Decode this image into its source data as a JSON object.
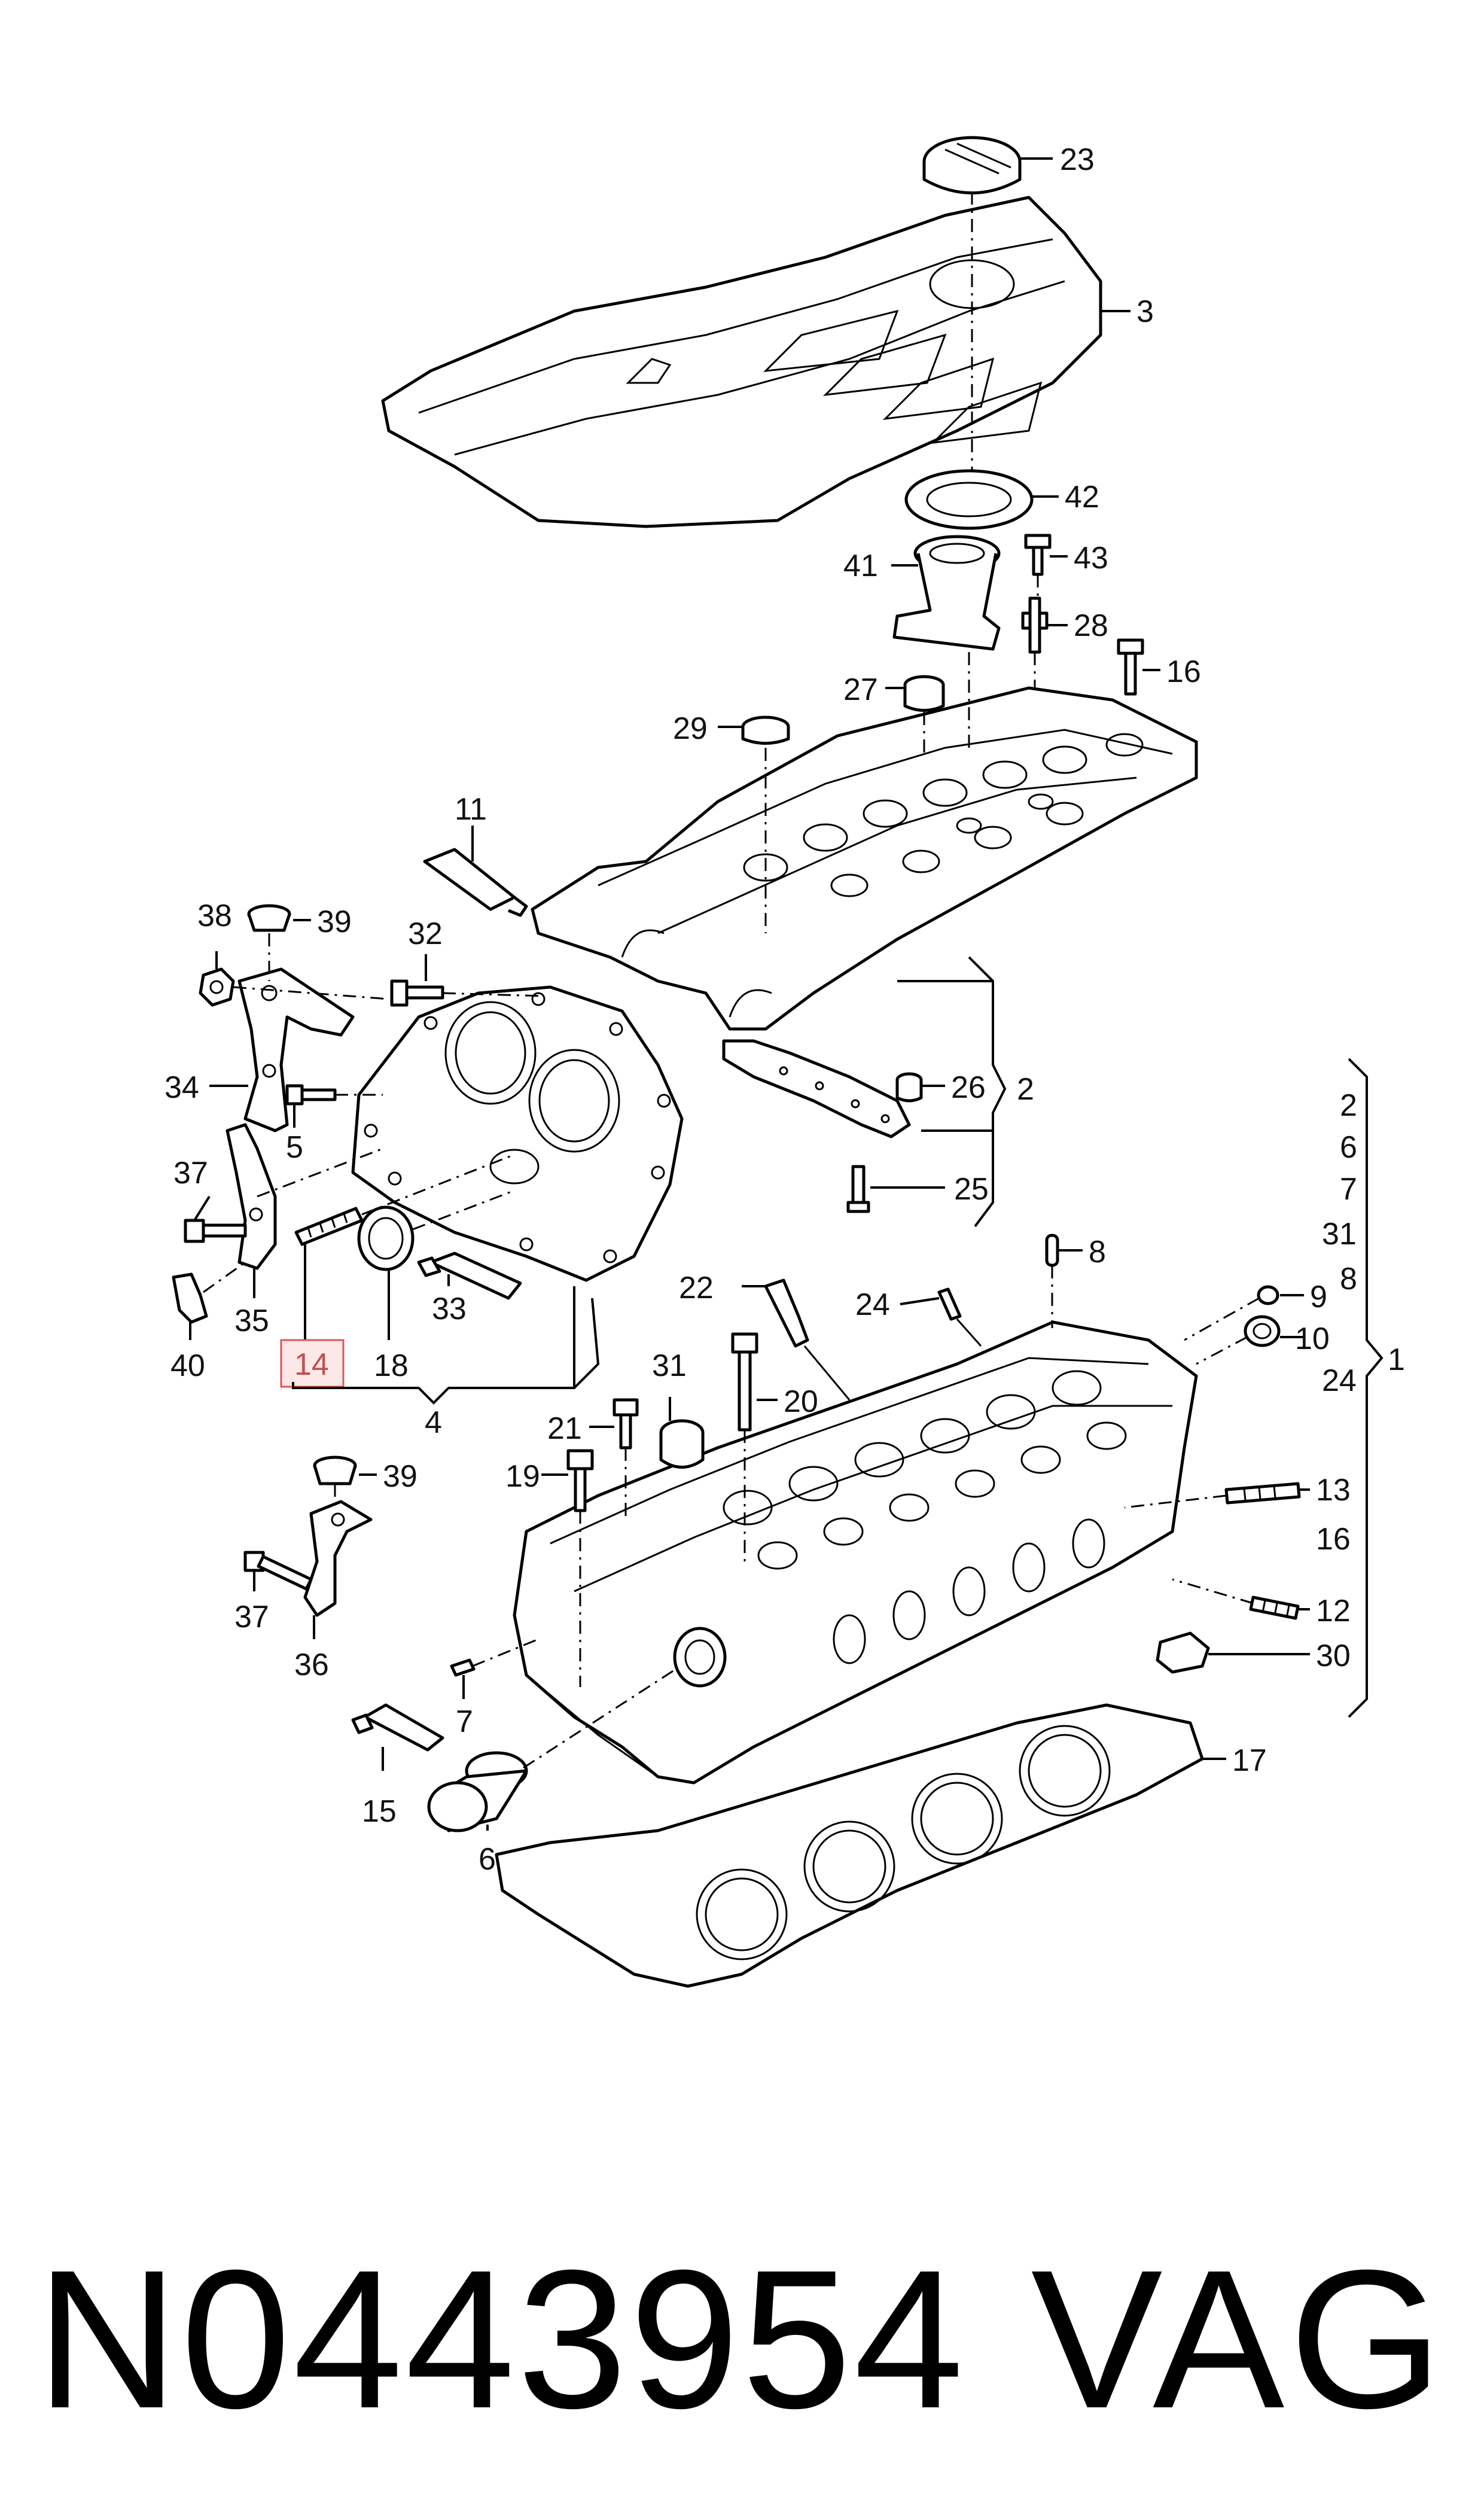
{
  "diagram": {
    "callouts": {
      "c23": "23",
      "c3": "3",
      "c42": "42",
      "c41": "41",
      "c43": "43",
      "c28": "28",
      "c27": "27",
      "c16a": "16",
      "c29": "29",
      "c11": "11",
      "c38": "38",
      "c39a": "39",
      "c32": "32",
      "c34": "34",
      "c5": "5",
      "c37a": "37",
      "c35": "35",
      "c40": "40",
      "c14": "14",
      "c18": "18",
      "c33": "33",
      "c4": "4",
      "c26": "26",
      "c2": "2",
      "c25": "25",
      "c22": "22",
      "c24a": "24",
      "c8": "8",
      "c9": "9",
      "c10": "10",
      "c31": "31",
      "c20": "20",
      "c21": "21",
      "c19": "19",
      "c39b": "39",
      "c37b": "37",
      "c36": "36",
      "c7": "7",
      "c15": "15",
      "c6": "6",
      "c17": "17",
      "c13": "13",
      "c16b": "16",
      "c12": "12",
      "c30": "30",
      "c1": "1"
    },
    "group1_list": [
      "2",
      "6",
      "7",
      "31",
      "8",
      "24"
    ],
    "highlighted_callout": "14"
  },
  "footer": {
    "part_number": "N0443954",
    "brand": "VAG"
  }
}
